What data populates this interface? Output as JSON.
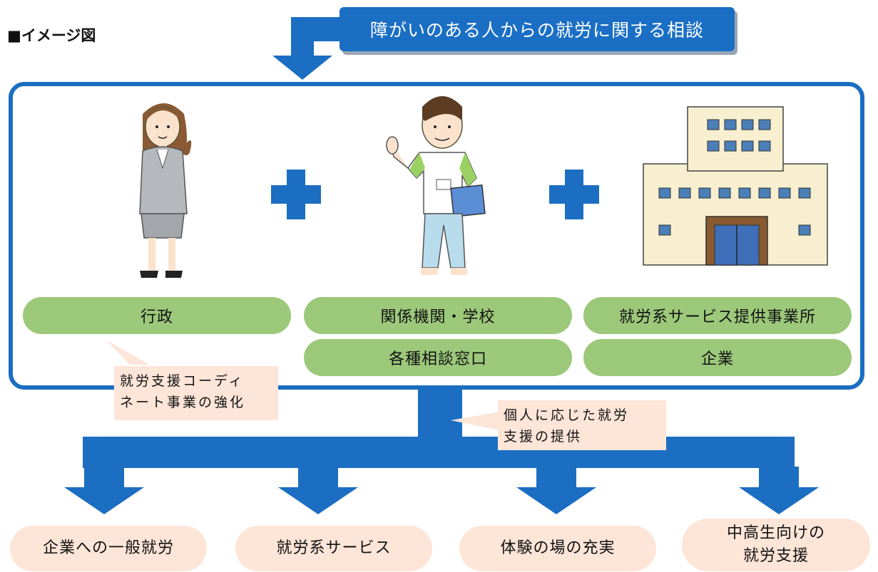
{
  "heading": "■イメージ図",
  "banner": "障がいのある人からの就労に関する相談",
  "boxes": {
    "gov": "行政",
    "agency": "関係機関・学校",
    "consult": "各種相談窓口",
    "provider": "就労系サービス提供事業所",
    "company": "企業"
  },
  "notes": {
    "coordinator": [
      "就労支援コーディ",
      "ネート事業の強化"
    ],
    "individual": [
      "個人に応じた就労",
      "支援の提供"
    ]
  },
  "outcomes": {
    "general": "企業への一般就労",
    "service": "就労系サービス",
    "experience": "体験の場の充実",
    "youth": [
      "中高生向けの",
      "就労支援"
    ]
  },
  "colors": {
    "blue": "#1b6ec2",
    "green": "#9cc87a",
    "peach": "#fde5d8"
  }
}
